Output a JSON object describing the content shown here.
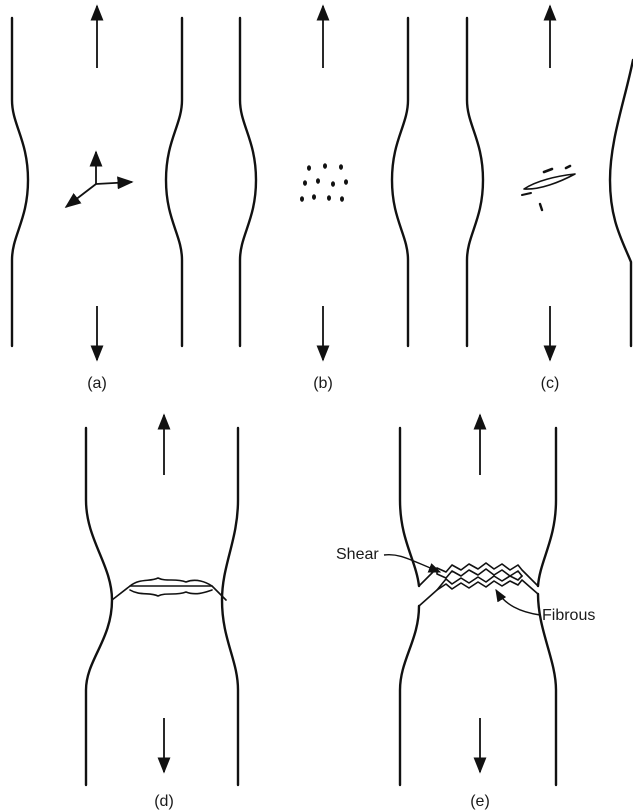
{
  "panels": {
    "a": {
      "caption": "(a)"
    },
    "b": {
      "caption": "(b)"
    },
    "c": {
      "caption": "(c)"
    },
    "d": {
      "caption": "(d)"
    },
    "e": {
      "caption": "(e)"
    }
  },
  "annotations": {
    "shear": "Shear",
    "fibrous": "Fibrous"
  }
}
